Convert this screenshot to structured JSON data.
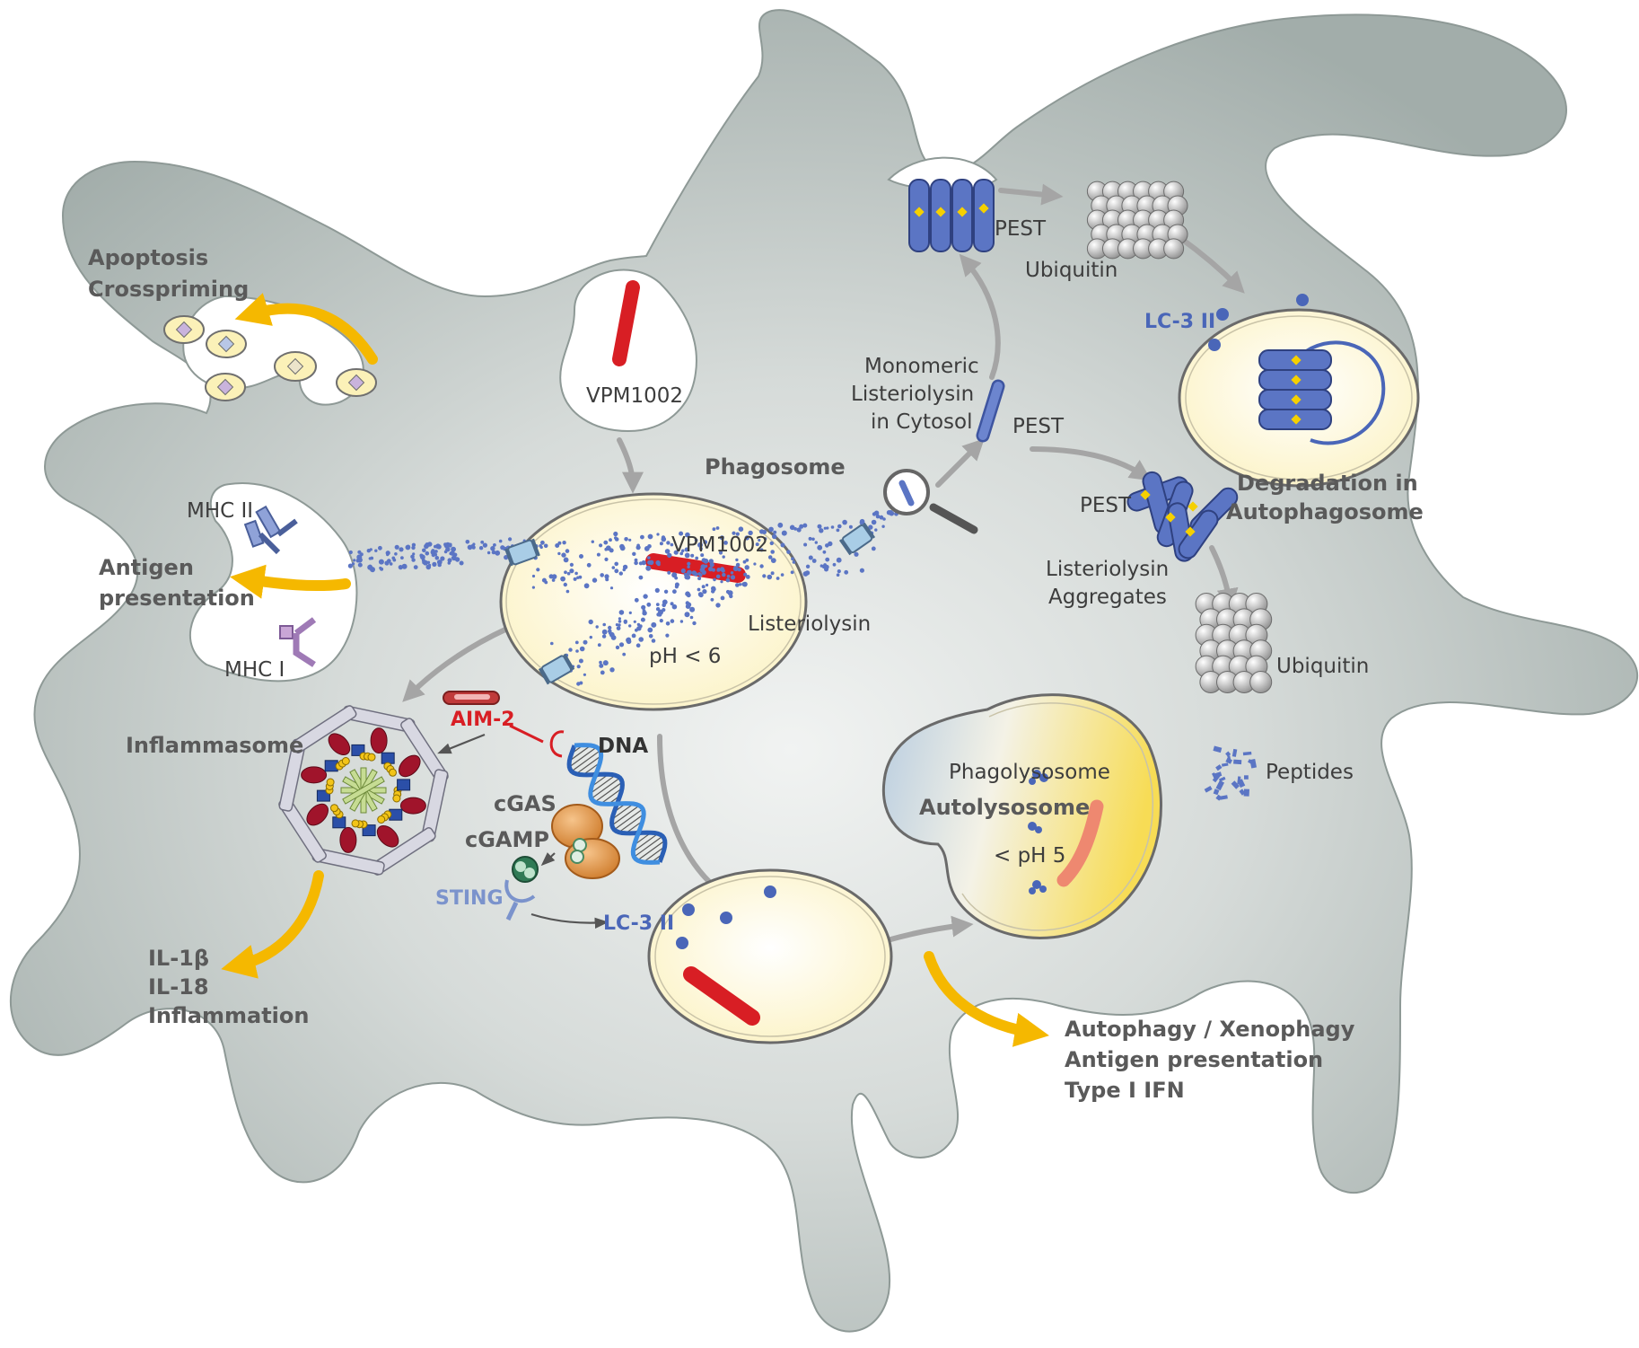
{
  "labels": {
    "apoptosis": "Apoptosis",
    "crosspriming": "Crosspriming",
    "vpm_top": "VPM1002",
    "phagosome": "Phagosome",
    "vpm_phagosome": "VPM1002",
    "listeriolysin": "Listeriolysin",
    "ph_lt6": "pH < 6",
    "mhc2": "MHC II",
    "mhc1": "MHC I",
    "antigen": "Antigen",
    "presentation": "presentation",
    "inflammasome": "Inflammasome",
    "aim2": "AIM-2",
    "dna": "DNA",
    "cgas": "cGAS",
    "cgamp": "cGAMP",
    "sting": "STING",
    "lc3_bottom": "LC-3 II",
    "il1b": "IL-1β",
    "il18": "IL-18",
    "inflammation": "Inflammation",
    "monomeric": "Monomeric",
    "listeriolysin2": "Listeriolysin",
    "in_cytosol": "in Cytosol",
    "pest_top": "PEST",
    "pest_mid": "PEST",
    "pest_agg": "PEST",
    "ubiquitin_top": "Ubiquitin",
    "ubiquitin_bottom": "Ubiquitin",
    "lc3_top": "LC-3 II",
    "degradation": "Degradation in",
    "autophagosome": "Autophagosome",
    "listeriolysin_agg": "Listeriolysin",
    "aggregates": "Aggregates",
    "peptides": "Peptides",
    "phagolysosome": "Phagolysosome",
    "autolysosome": "Autolysosome",
    "ph_lt5": "< pH 5",
    "out_autophagy": "Autophagy / Xenophagy",
    "out_antigen": "Antigen presentation",
    "out_ifn": "Type I IFN"
  },
  "colors": {
    "cell": "#a9b3b0",
    "cell_center": "#eef0ef",
    "bacterium": "#d81e24",
    "listeriolysin": "#5b75c4",
    "arrow_main": "#a5a5a5",
    "arrow_output": "#f5b800",
    "vesicle": "#fdf7cf"
  },
  "icons": [
    "bacterium-icon",
    "pore-icon",
    "magnifier-icon",
    "proteasome-icon",
    "mhc-receptor-icon",
    "inflammasome-icon",
    "dna-helix-icon"
  ]
}
